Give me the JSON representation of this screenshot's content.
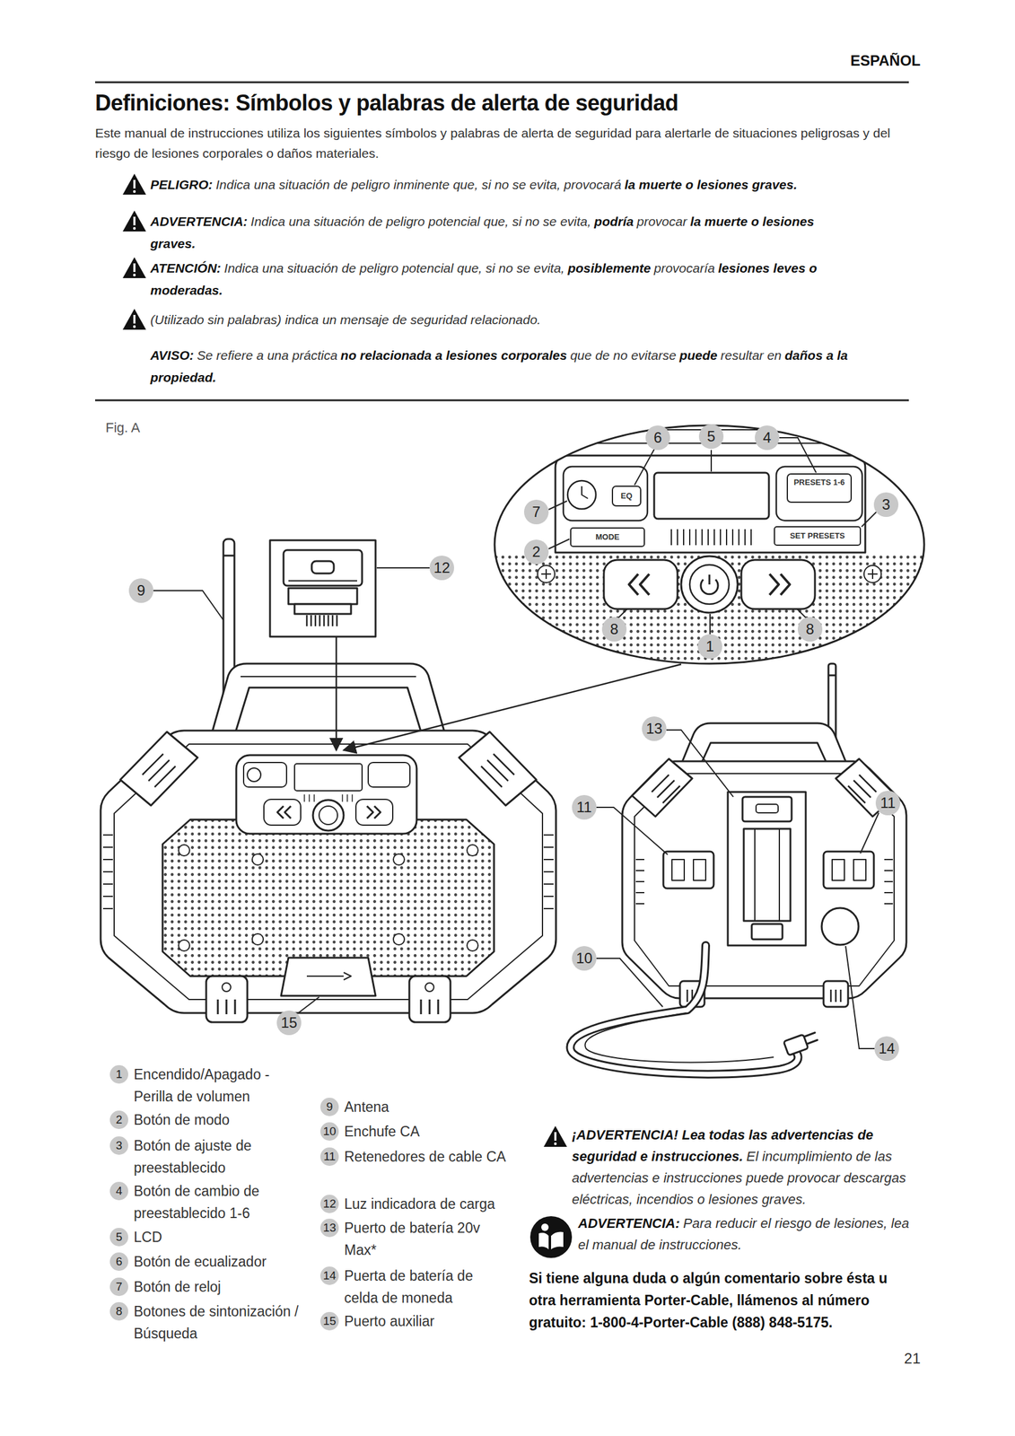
{
  "diagram": {
    "title": "Definiciones: Símbolos y palabras de alerta de seguridad",
    "labels": [
      "ESPAÑOL",
      "Este manual de instrucciones utiliza los siguientes símbolos y palabras de alerta de seguridad para alertarle de situaciones peligrosas y del riesgo de lesiones corporales o daños materiales.",
      "PELIGRO:",
      "Indica una situación de peligro inminente que, si no se evita, provocará",
      "la muerte o lesiones graves.",
      "ADVERTENCIA:",
      "Indica una situación de peligro potencial que, si no se evita,",
      "podría",
      "provocar",
      "la muerte o lesiones graves.",
      "ATENCIÓN:",
      "Indica una situación de peligro potencial que, si no se evita,",
      "posiblemente",
      "provocaría",
      "lesiones leves o moderadas.",
      "(Utilizado sin palabras) indica un mensaje de seguridad relacionado.",
      "AVISO:",
      "Se refiere a una práctica",
      "no relacionada a lesiones corporales",
      "que de no evitarse",
      "puede",
      "resultar en",
      "daños a la propiedad.",
      "Fig. A",
      "EQ",
      "MODE",
      "PRESETS 1-6",
      "SET PRESETS",
      "6",
      "5",
      "4",
      "7",
      "3",
      "2",
      "12",
      "9",
      "8",
      "1",
      "8",
      "13",
      "11",
      "11",
      "10",
      "14",
      "15",
      "1",
      "Encendido/Apagado - Perilla de volumen",
      "2",
      "Botón de modo",
      "3",
      "Botón de ajuste de preestablecido",
      "4",
      "Botón de cambio de preestablecido 1-6",
      "5",
      "LCD",
      "6",
      "Botón de ecualizador",
      "7",
      "Botón de reloj",
      "8",
      "Botones de sintonización / Búsqueda",
      "9",
      "Antena",
      "10",
      "Enchufe CA",
      "11",
      "Retenedores de cable CA",
      "12",
      "Luz indicadora de carga",
      "13",
      "Puerto de batería 20v Max*",
      "14",
      "Puerta de batería de celda de moneda",
      "15",
      "Puerto auxiliar",
      "¡ADVERTENCIA! Lea todas las advertencias de seguridad e instrucciones.",
      "El incumplimiento de las advertencias e instrucciones puede provocar descargas eléctricas, incendios o lesiones graves.",
      "ADVERTENCIA:",
      "Para reducir el riesgo de lesiones, lea el manual de instrucciones.",
      "Si tiene alguna duda o algún comentario sobre ésta u otra herramienta Porter-Cable, llámenos al número gratuito: 1-800-4-Porter-Cable (888) 848-5175.",
      "21"
    ]
  }
}
